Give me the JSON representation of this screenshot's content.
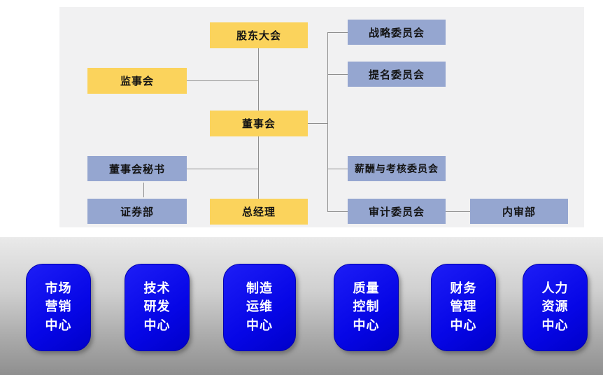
{
  "org_chart": {
    "governance": {
      "shareholders_meeting": "股东大会",
      "supervisory_board": "监事会",
      "board_of_directors": "董事会",
      "board_secretary": "董事会秘书",
      "securities_dept": "证券部",
      "general_manager": "总经理"
    },
    "committees": {
      "strategy": "战略委员会",
      "nomination": "提名委员会",
      "remuneration_appraisal": "薪酬与考核委员会",
      "audit": "审计委员会",
      "internal_audit_dept": "内审部"
    },
    "relations": [
      {
        "from": "股东大会",
        "to": "董事会"
      },
      {
        "from": "监事会",
        "to": "股东大会-董事会连线"
      },
      {
        "from": "董事会",
        "to": "总经理"
      },
      {
        "from": "董事会",
        "to": "战略委员会"
      },
      {
        "from": "董事会",
        "to": "提名委员会"
      },
      {
        "from": "董事会",
        "to": "薪酬与考核委员会"
      },
      {
        "from": "董事会",
        "to": "审计委员会"
      },
      {
        "from": "审计委员会",
        "to": "内审部"
      },
      {
        "from": "董事会秘书",
        "to": "证券部"
      }
    ],
    "colors": {
      "primary_node": "#FBD35C",
      "secondary_node": "#95A6D0",
      "connector": "#8F8F8F"
    }
  },
  "centers": {
    "color": "#0A0AE8",
    "items": [
      {
        "id": "marketing",
        "lines": [
          "市场",
          "营销",
          "中心"
        ]
      },
      {
        "id": "tech_rnd",
        "lines": [
          "技术",
          "研发",
          "中心"
        ]
      },
      {
        "id": "manufacturing",
        "lines": [
          "制造",
          "运维",
          "中心"
        ]
      },
      {
        "id": "quality_control",
        "lines": [
          "质量",
          "控制",
          "中心"
        ]
      },
      {
        "id": "finance_mgmt",
        "lines": [
          "财务",
          "管理",
          "中心"
        ]
      },
      {
        "id": "human_resources",
        "lines": [
          "人力",
          "资源",
          "中心"
        ]
      }
    ]
  }
}
